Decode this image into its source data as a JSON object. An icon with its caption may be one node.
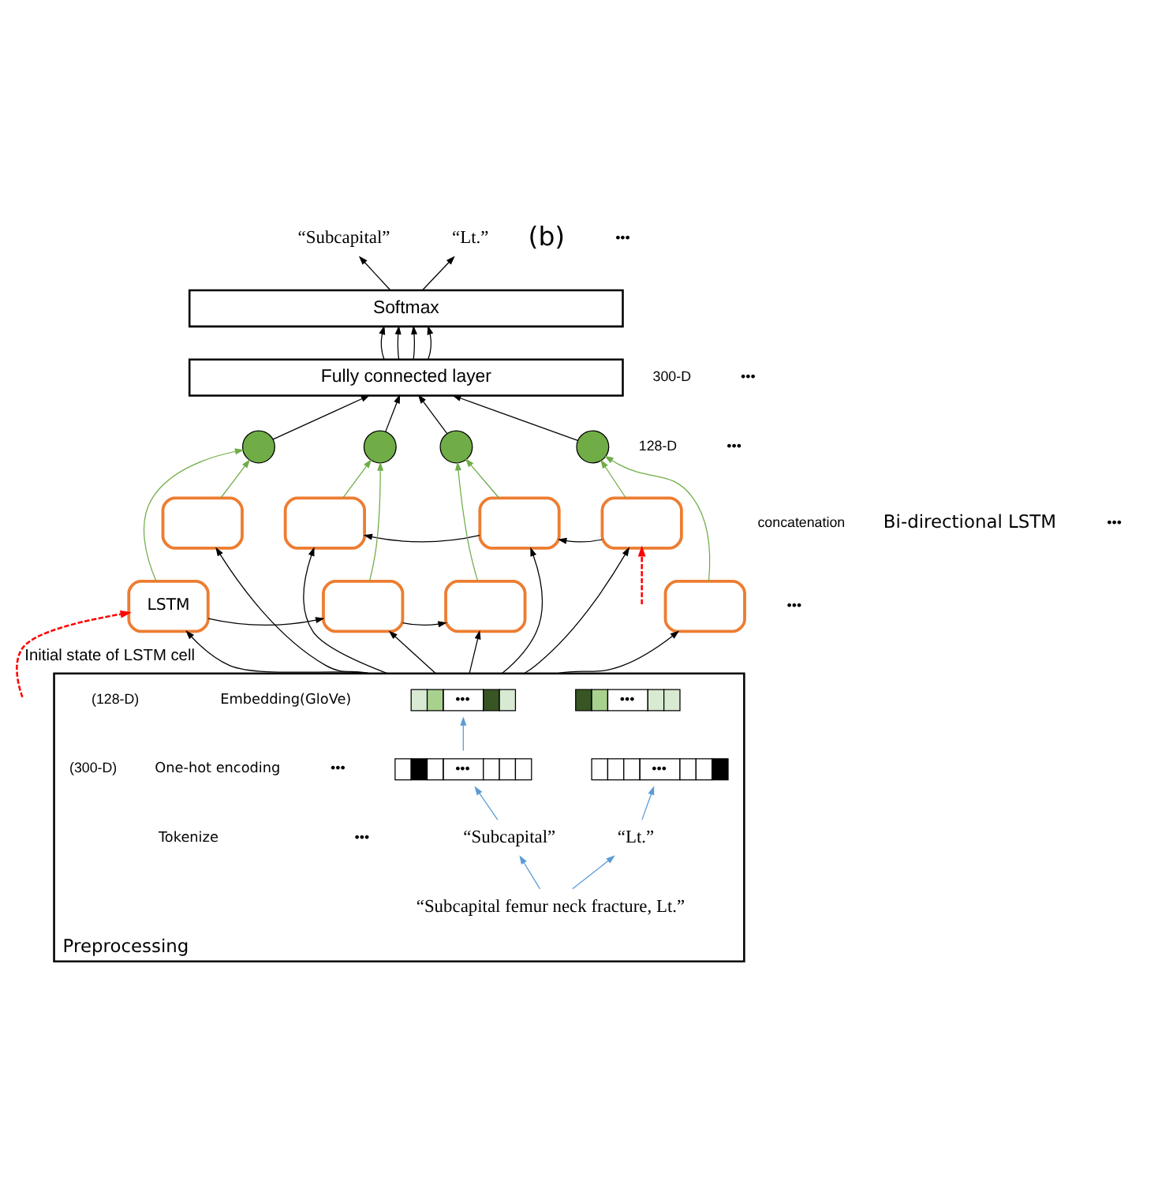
{
  "diagram": {
    "nodes": [
      {
        "text": [
          "“Subcapital”"
        ]
      },
      {
        "text": [
          "“Lt.”"
        ]
      },
      {
        "text": [
          "Softmax"
        ]
      },
      {
        "text": [
          "Fully connected layer"
        ]
      },
      {
        "text": [],
        "shape": "circle"
      },
      {
        "text": [],
        "shape": "circle"
      },
      {
        "text": [],
        "shape": "circle"
      },
      {
        "text": [],
        "shape": "circle"
      },
      {
        "text": [],
        "shape": "box"
      },
      {
        "text": [],
        "shape": "box"
      },
      {
        "text": [],
        "shape": "box"
      },
      {
        "text": [],
        "shape": "box"
      },
      {
        "text": [
          "LSTM"
        ]
      },
      {
        "text": [],
        "shape": "box"
      },
      {
        "text": [],
        "shape": "box"
      },
      {
        "text": [],
        "shape": "box"
      },
      {
        "text": [
          "Preprocessing"
        ]
      },
      {
        "text": [
          "•••"
        ],
        "in": 16
      },
      {
        "text": [
          "•••"
        ],
        "in": 16
      },
      {
        "text": [
          "•••"
        ],
        "in": 16
      },
      {
        "text": [
          "•••"
        ],
        "in": 16
      },
      {
        "text": [
          "“Subcapital”"
        ],
        "in": 16
      },
      {
        "text": [
          "“Lt.”"
        ],
        "in": 16
      },
      {
        "text": [
          "“Subcapital femur neck fracture, Lt.”"
        ],
        "in": 16
      }
    ],
    "edges": [
      {
        "from": 2,
        "to": 0,
        "arrow": "to"
      },
      {
        "from": 2,
        "to": 1,
        "arrow": "to"
      },
      {
        "from": 3,
        "to": 2,
        "arrow": "to"
      },
      {
        "from": 3,
        "to": 2,
        "arrow": "to"
      },
      {
        "from": 3,
        "to": 2,
        "arrow": "to"
      },
      {
        "from": 3,
        "to": 2,
        "arrow": "to"
      },
      {
        "from": 4,
        "to": 3,
        "arrow": "to"
      },
      {
        "from": 5,
        "to": 3,
        "arrow": "to"
      },
      {
        "from": 6,
        "to": 3,
        "arrow": "to"
      },
      {
        "from": 7,
        "to": 3,
        "arrow": "to"
      },
      {
        "from": 8,
        "to": 4,
        "arrow": "to",
        "color": "#70ad47"
      },
      {
        "from": 9,
        "to": 5,
        "arrow": "to",
        "color": "#70ad47"
      },
      {
        "from": 10,
        "to": 6,
        "arrow": "to",
        "color": "#70ad47"
      },
      {
        "from": 11,
        "to": 7,
        "arrow": "to",
        "color": "#70ad47"
      },
      {
        "from": 12,
        "to": 4,
        "arrow": "to",
        "color": "#70ad47"
      },
      {
        "from": 13,
        "to": 5,
        "arrow": "to",
        "color": "#70ad47"
      },
      {
        "from": 14,
        "to": 6,
        "arrow": "to",
        "color": "#70ad47"
      },
      {
        "from": 15,
        "to": 7,
        "arrow": "to",
        "color": "#70ad47"
      },
      {
        "from": 11,
        "to": 10,
        "arrow": "to"
      },
      {
        "from": 10,
        "to": 9,
        "arrow": "to"
      },
      {
        "from": 12,
        "to": 13,
        "arrow": "to"
      },
      {
        "from": 13,
        "to": 14,
        "arrow": "to"
      },
      {
        "from": null,
        "to": 12,
        "arrow": "to",
        "style": "dashed",
        "color": "#ff0000",
        "label": "Initial state of LSTM cell"
      },
      {
        "from": null,
        "to": 11,
        "arrow": "to",
        "style": "dashed",
        "color": "#ff0000"
      },
      {
        "from": 16,
        "to": 12,
        "arrow": "to"
      },
      {
        "from": 16,
        "to": 8,
        "arrow": "to"
      },
      {
        "from": 16,
        "to": 13,
        "arrow": "to"
      },
      {
        "from": 16,
        "to": 9,
        "arrow": "to"
      },
      {
        "from": 16,
        "to": 14,
        "arrow": "to"
      },
      {
        "from": 16,
        "to": 10,
        "arrow": "to"
      },
      {
        "from": 16,
        "to": 15,
        "arrow": "to"
      },
      {
        "from": 16,
        "to": 11,
        "arrow": "to"
      },
      {
        "from": 19,
        "to": 17,
        "arrow": "to",
        "color": "#5b9bd5"
      },
      {
        "from": 21,
        "to": 19,
        "arrow": "to",
        "color": "#5b9bd5"
      },
      {
        "from": 22,
        "to": 20,
        "arrow": "to",
        "color": "#5b9bd5"
      },
      {
        "from": 23,
        "to": 21,
        "arrow": "to",
        "color": "#5b9bd5"
      },
      {
        "from": 23,
        "to": 22,
        "arrow": "to",
        "color": "#5b9bd5"
      }
    ],
    "labels": [
      "(b)",
      "•••",
      "300-D",
      "•••",
      "128-D",
      "•••",
      "concatenation",
      "Bi-directional LSTM",
      "•••",
      "•••",
      "Embedding(GloVe)",
      "(128-D)",
      "•••",
      "One-hot encoding",
      "(300-D)",
      "•••",
      "Tokenize"
    ]
  }
}
